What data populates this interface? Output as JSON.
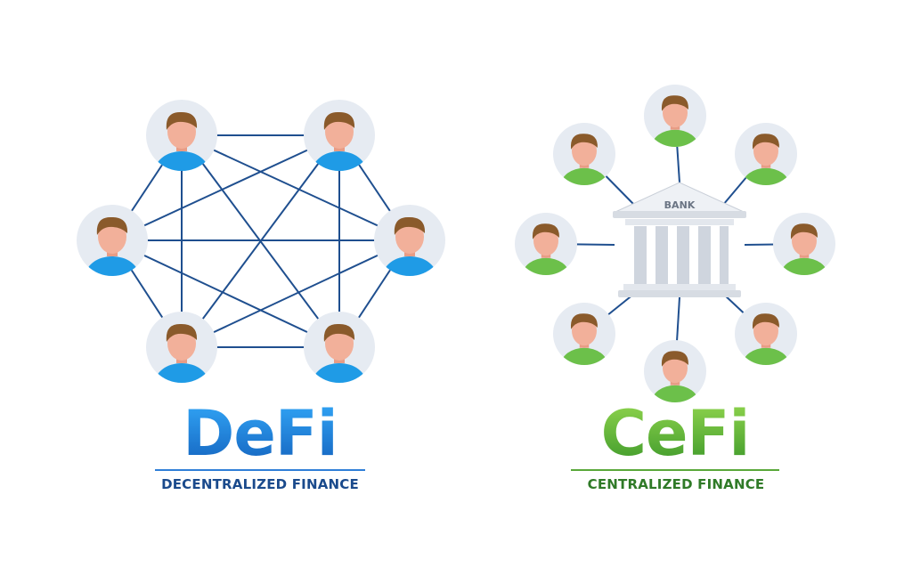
{
  "defi": {
    "title": "DeFi",
    "subtitle": "DECENTRALIZED FINANCE",
    "line_color": "#1f4f8f",
    "shirt_color": "#1f9be6",
    "node_count": 6
  },
  "cefi": {
    "title": "CeFi",
    "subtitle": "CENTRALIZED FINANCE",
    "line_color": "#1f4f8f",
    "shirt_color": "#6cc04a",
    "bank_label": "BANK",
    "node_count": 8
  },
  "avatar": {
    "icon": "person-icon",
    "circle_color": "#e6ebf2",
    "skin_color": "#f2b09a",
    "hair_color": "#8a5a2b"
  }
}
